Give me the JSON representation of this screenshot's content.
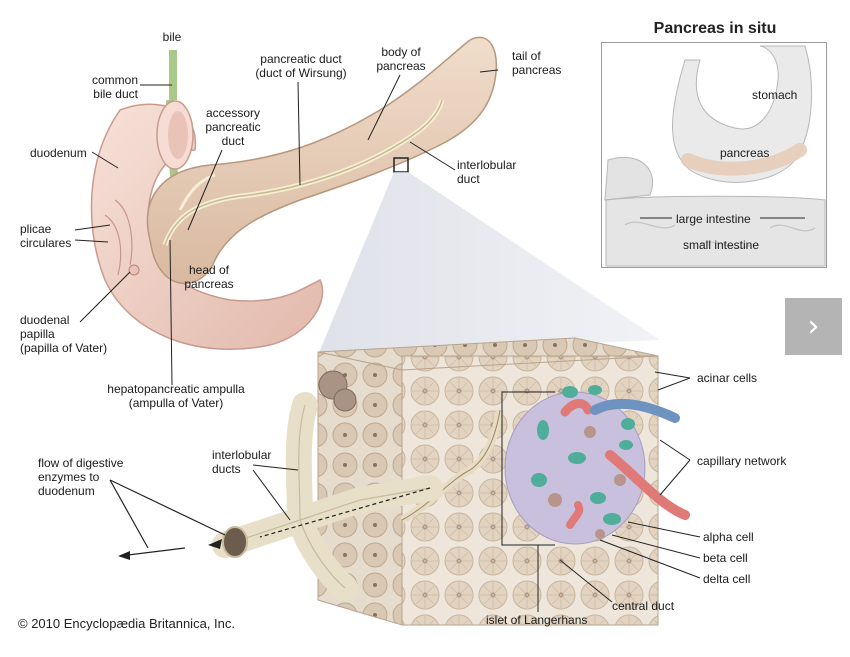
{
  "inset": {
    "title": "Pancreas in situ",
    "labels": {
      "stomach": "stomach",
      "pancreas": "pancreas",
      "large_intestine": "large intestine",
      "small_intestine": "small intestine"
    }
  },
  "labels": {
    "bile": "bile",
    "common_bile_duct": "common\nbile duct",
    "pancreatic_duct": "pancreatic duct\n(duct of Wirsung)",
    "body_of_pancreas": "body of\npancreas",
    "tail_of_pancreas": "tail of\npancreas",
    "accessory_duct": "accessory\npancreatic\nduct",
    "duodenum": "duodenum",
    "interlobular_duct": "interlobular\nduct",
    "plicae_circulares": "plicae\ncirculares",
    "head_of_pancreas": "head of\npancreas",
    "duodenal_papilla": "duodenal\npapilla\n(papilla of Vater)",
    "hepatopancreatic_ampulla": "hepatopancreatic ampulla\n(ampulla of Vater)",
    "acinar_cells": "acinar cells",
    "capillary_network": "capillary network",
    "interlobular_ducts": "interlobular\nducts",
    "flow_of_enzymes": "flow of digestive\nenzymes to\nduodenum",
    "alpha_cell": "alpha cell",
    "beta_cell": "beta cell",
    "delta_cell": "delta cell",
    "central_duct": "central duct",
    "islet_of_langerhans": "islet of Langerhans"
  },
  "next_button": {
    "icon": "chevron-right-icon",
    "glyph": "›"
  },
  "copyright": "© 2010 Encyclopædia Britannica, Inc.",
  "colors": {
    "pancreas": "#e6cdb8",
    "duodenum": "#f2d6cc",
    "bile": "#a8c98a",
    "acinar": "#e8dccd",
    "islet": "#c8c0dc",
    "alpha": "#4fae9b",
    "capillary_red": "#e07a78",
    "capillary_blue": "#6f93c0",
    "button": "#b4b4b4"
  }
}
